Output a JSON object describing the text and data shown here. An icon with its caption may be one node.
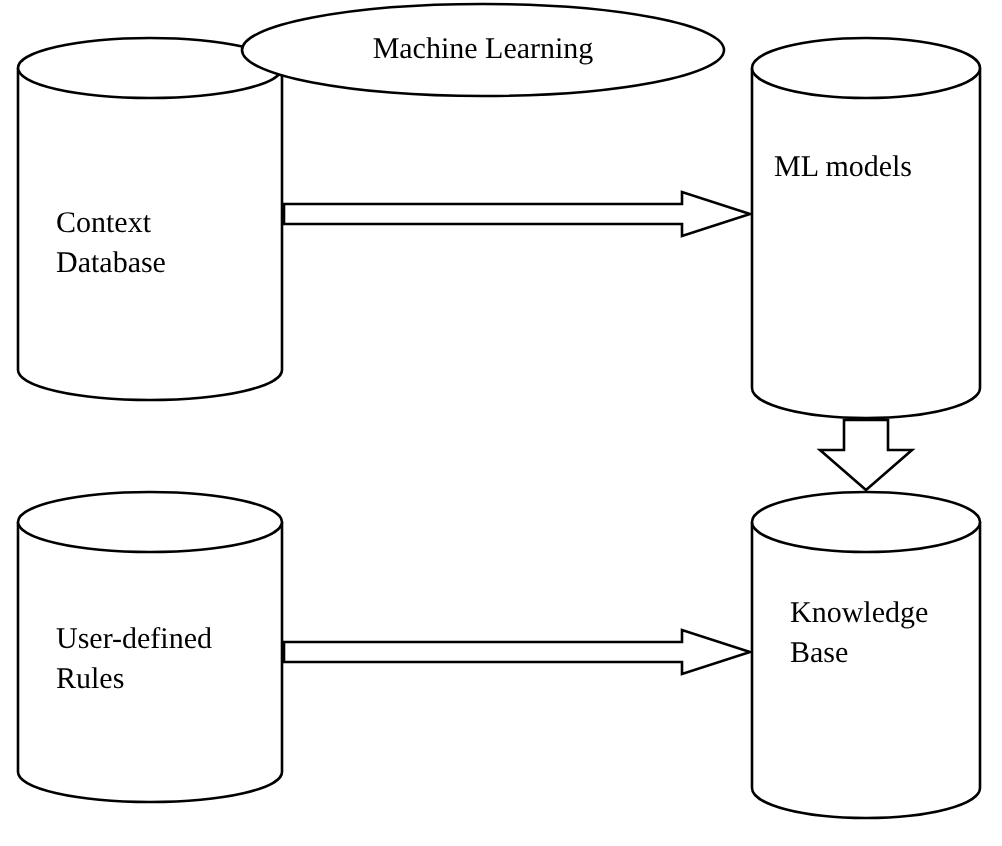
{
  "diagram": {
    "nodes": [
      {
        "text": [
          "Machine Learning"
        ]
      },
      {
        "text": [
          "Context Database"
        ]
      },
      {
        "text": [
          "ML models"
        ]
      },
      {
        "text": [
          "User-defined Rules"
        ]
      },
      {
        "text": [
          "Knowledge Base"
        ]
      }
    ],
    "edges": [
      {
        "from": 1,
        "to": 2,
        "arrow": "to"
      },
      {
        "from": 2,
        "to": 4,
        "arrow": "to"
      },
      {
        "from": 3,
        "to": 4,
        "arrow": "to"
      }
    ]
  }
}
